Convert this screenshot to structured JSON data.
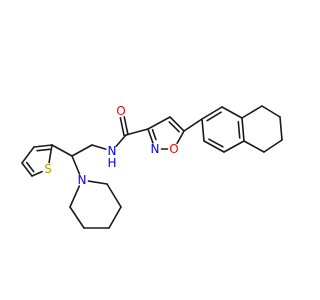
{
  "molecule": {
    "atoms": {
      "O_carbonyl": {
        "text": "O",
        "color": "#ff0000"
      },
      "N_amide": {
        "text": "N",
        "color": "#0000ff"
      },
      "H_amide": {
        "text": "H",
        "color": "#0000ff"
      },
      "N_ring": {
        "text": "N",
        "color": "#0000ff"
      },
      "O_ring": {
        "text": "O",
        "color": "#ff0000"
      },
      "S_thiophene": {
        "text": "S",
        "color": "#b8a000"
      },
      "N_piperidine": {
        "text": "N",
        "color": "#0000ff"
      }
    },
    "bond_color": "#1a1a1a"
  }
}
